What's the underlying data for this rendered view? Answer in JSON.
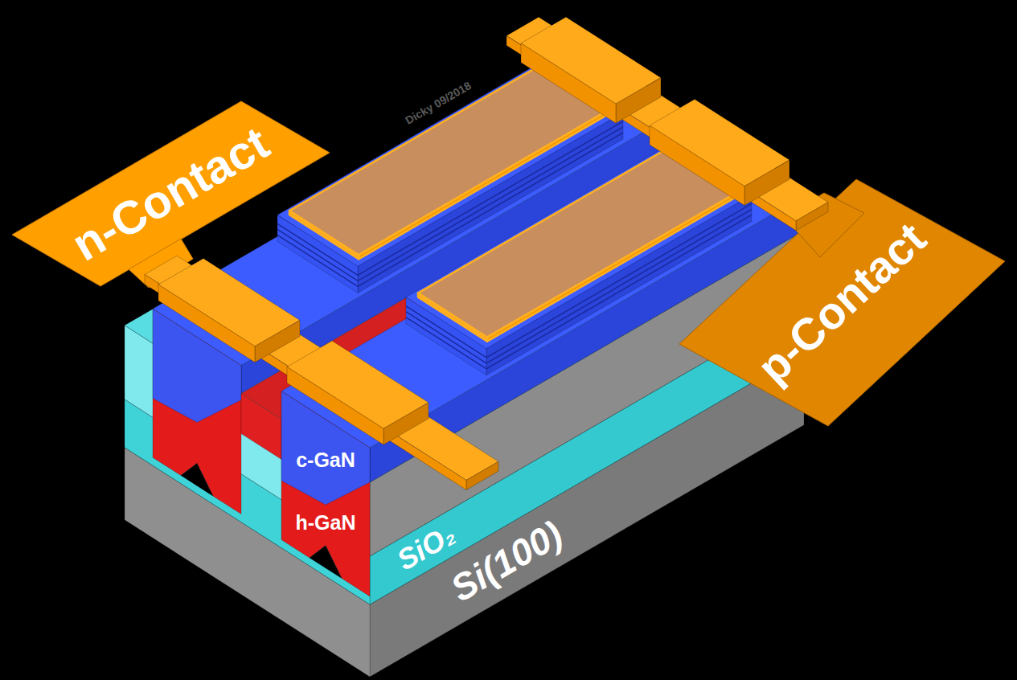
{
  "diagram": {
    "labels": [
      "n-Contact",
      "p-Contact",
      "c-GaN",
      "h-GaN",
      "SiO₂",
      "Si(100)",
      "Dicky 09/2018"
    ]
  }
}
